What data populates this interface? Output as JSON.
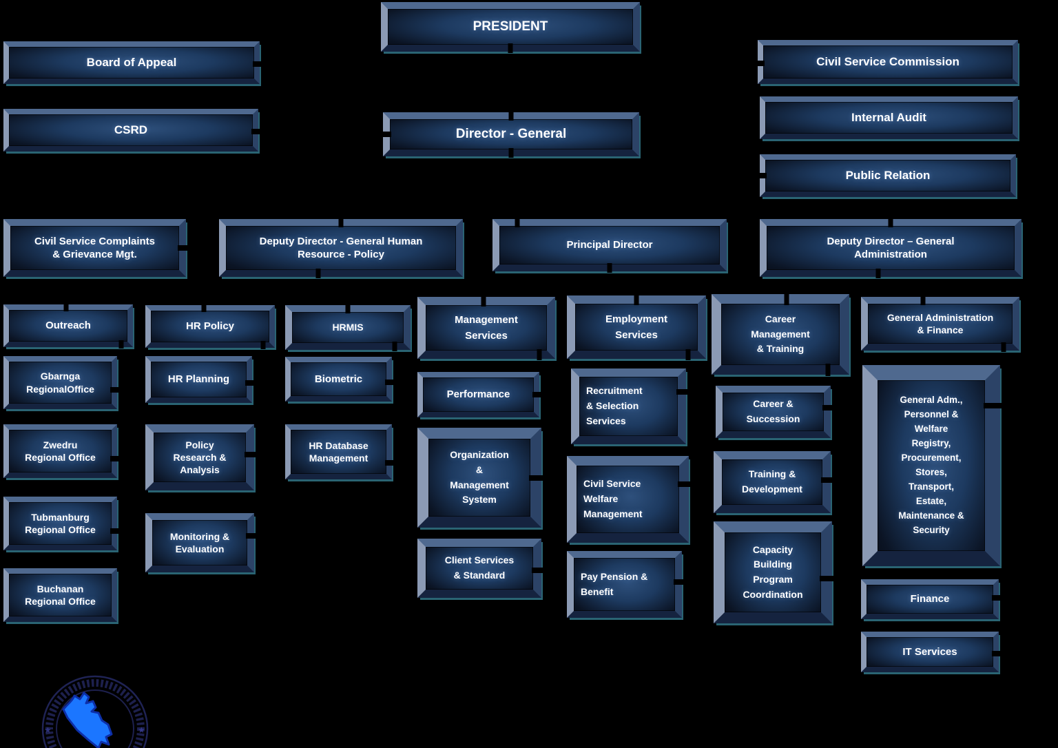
{
  "colors": {
    "background": "#000000",
    "bevel_top": "#4f698f",
    "bevel_left": "#8b9ab4",
    "bevel_right": "#2c4367",
    "bevel_bottom": "#15233f",
    "teal_edge": "#2a6473",
    "face_center": "#2e507c",
    "face_edge": "#060b15",
    "text": "#ffffff",
    "seal_ring": "#3a3f99",
    "seal_map": "#1b76ff"
  },
  "nodes": {
    "president": "PRESIDENT",
    "board_of_appeal": "Board of Appeal",
    "csrd": "CSRD",
    "civil_service_commission": "Civil Service Commission",
    "internal_audit": "Internal Audit",
    "public_relation": "Public Relation",
    "director_general": "Director - General",
    "complaints": "Civil Service Complaints\n& Grievance Mgt.",
    "deputy_hr": "Deputy Director - General Human\nResource - Policy",
    "principal_director": "Principal Director",
    "deputy_admin": "Deputy Director – General\nAdministration",
    "outreach": "Outreach",
    "gbarnga": "Gbarnga\nRegionalOffice",
    "zwedru": "Zwedru\nRegional Office",
    "tubmanburg": "Tubmanburg\nRegional Office",
    "buchanan": "Buchanan\nRegional Office",
    "hr_policy": "HR Policy",
    "hr_planning": "HR Planning",
    "policy_research": "Policy\nResearch &\nAnalysis",
    "monitoring": "Monitoring &\nEvaluation",
    "hrmis": "HRMIS",
    "biometric": "Biometric",
    "hr_database": "HR Database\nManagement",
    "management_services": "Management\nServices",
    "performance": "Performance",
    "organization": "Organization\n&\nManagement\nSystem",
    "client_services": "Client Services\n& Standard",
    "employment_services": "Employment\nServices",
    "recruitment": "Recruitment\n& Selection\nServices",
    "welfare": "Civil Service\nWelfare\nManagement",
    "pay_pension": "Pay Pension &\nBenefit",
    "career_mgmt": "Career\nManagement\n& Training",
    "career_succession": "Career &\nSuccession",
    "training_dev": "Training &\nDevelopment",
    "capacity": "Capacity\nBuilding\nProgram\nCoordination",
    "gen_admin_finance": "General Administration\n& Finance",
    "gen_adm_big": "General Adm.,\nPersonnel &\nWelfare\nRegistry,\nProcurement,\nStores,\nTransport,\nEstate,\nMaintenance &\nSecurity",
    "finance": "Finance",
    "it_services": "IT Services"
  }
}
